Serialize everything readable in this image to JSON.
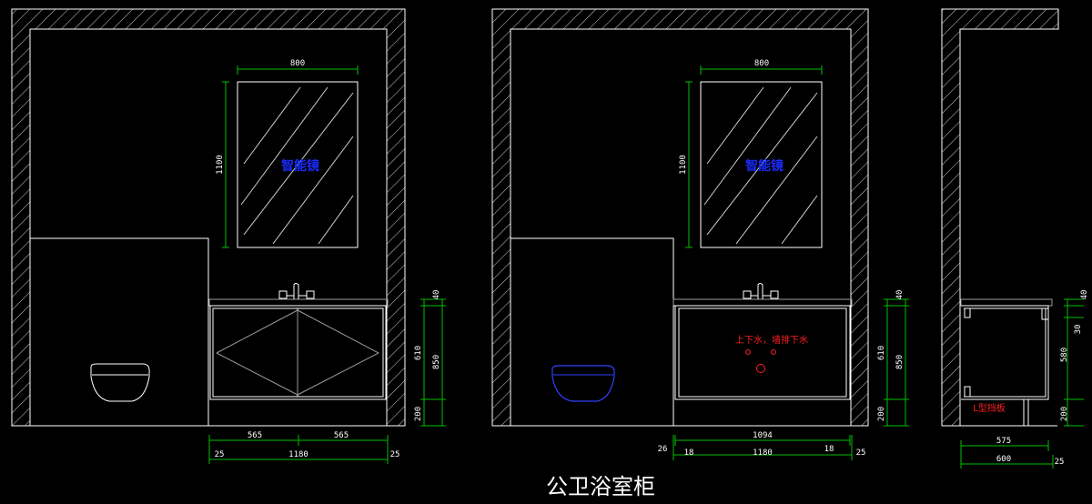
{
  "title": "公卫浴室柜",
  "elevation1": {
    "mirror_width": "800",
    "mirror_height": "1100",
    "mirror_label": "智能镜",
    "dim_top": "40",
    "dim_610": "610",
    "dim_850": "850",
    "dim_200": "200",
    "dim_565_left": "565",
    "dim_565_right": "565",
    "dim_25_left": "25",
    "dim_1180": "1180",
    "dim_25_right": "25"
  },
  "elevation2": {
    "mirror_width": "800",
    "mirror_height": "1100",
    "mirror_label": "智能镜",
    "plumbing_label": "上下水，墙排下水",
    "dim_top": "40",
    "dim_610": "610",
    "dim_850": "850",
    "dim_200": "200",
    "dim_1094": "1094",
    "dim_26": "26",
    "dim_18_left": "18",
    "dim_1180": "1180",
    "dim_18_right": "18",
    "dim_25": "25"
  },
  "section": {
    "dim_40": "40",
    "dim_30": "30",
    "dim_580": "580",
    "dim_200": "200",
    "baffle_label": "L型挡板",
    "dim_575": "575",
    "dim_600": "600",
    "dim_25": "25"
  }
}
